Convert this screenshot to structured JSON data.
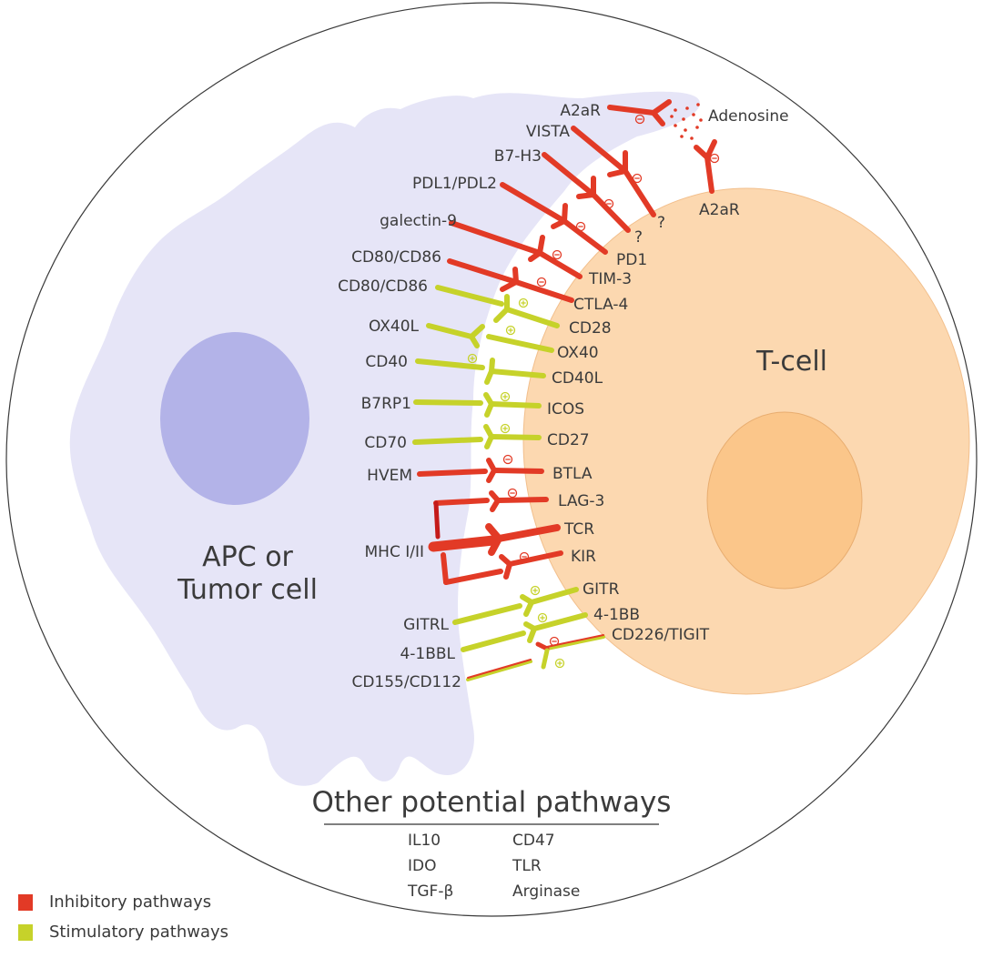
{
  "colors": {
    "inhibitory": "#e23a26",
    "stimulatory": "#c6d22a",
    "apc_cell": "#e6e5f7",
    "apc_nucleus": "#b3b3e8",
    "t_cell": "#fcd8b0",
    "t_nucleus": "#fbc68a",
    "text": "#3b3b3b"
  },
  "cells": {
    "apc_label_line1": "APC or",
    "apc_label_line2": "Tumor cell",
    "t_cell_label": "T-cell"
  },
  "adenosine": {
    "label": "Adenosine",
    "apc_receptor": "A2aR",
    "t_receptor": "A2aR"
  },
  "pathways": [
    {
      "ligand": "VISTA",
      "receptor": "?",
      "type": "inhibitory"
    },
    {
      "ligand": "B7-H3",
      "receptor": "?",
      "type": "inhibitory"
    },
    {
      "ligand": "PDL1/PDL2",
      "receptor": "PD1",
      "type": "inhibitory"
    },
    {
      "ligand": "galectin-9",
      "receptor": "TIM-3",
      "type": "inhibitory"
    },
    {
      "ligand": "CD80/CD86",
      "receptor": "CTLA-4",
      "type": "inhibitory"
    },
    {
      "ligand": "CD80/CD86",
      "receptor": "CD28",
      "type": "stimulatory"
    },
    {
      "ligand": "OX40L",
      "receptor": "OX40",
      "type": "stimulatory"
    },
    {
      "ligand": "CD40",
      "receptor": "CD40L",
      "type": "stimulatory"
    },
    {
      "ligand": "B7RP1",
      "receptor": "ICOS",
      "type": "stimulatory"
    },
    {
      "ligand": "CD70",
      "receptor": "CD27",
      "type": "stimulatory"
    },
    {
      "ligand": "HVEM",
      "receptor": "BTLA",
      "type": "inhibitory"
    },
    {
      "ligand": "MHC I/II",
      "receptor": "LAG-3",
      "type": "inhibitory"
    },
    {
      "ligand": "MHC I/II",
      "receptor": "TCR",
      "type": "inhibitory"
    },
    {
      "ligand": "MHC I/II",
      "receptor": "KIR",
      "type": "inhibitory"
    },
    {
      "ligand": "GITRL",
      "receptor": "GITR",
      "type": "stimulatory"
    },
    {
      "ligand": "4-1BBL",
      "receptor": "4-1BB",
      "type": "stimulatory"
    },
    {
      "ligand": "CD155/CD112",
      "receptor": "CD226/TIGIT",
      "type": "mixed"
    }
  ],
  "labels": {
    "vista": "VISTA",
    "b7h3": "B7-H3",
    "pdl": "PDL1/PDL2",
    "galectin": "galectin-9",
    "cd80a": "CD80/CD86",
    "cd80b": "CD80/CD86",
    "ox40l": "OX40L",
    "cd40": "CD40",
    "b7rp1": "B7RP1",
    "cd70": "CD70",
    "hvem": "HVEM",
    "mhc": "MHC I/II",
    "gitrl": "GITRL",
    "bbl": "4-1BBL",
    "cd155": "CD155/CD112",
    "q1": "?",
    "q2": "?",
    "pd1": "PD1",
    "tim3": "TIM-3",
    "ctla4": "CTLA-4",
    "cd28": "CD28",
    "ox40": "OX40",
    "cd40l": "CD40L",
    "icos": "ICOS",
    "cd27": "CD27",
    "btla": "BTLA",
    "lag3": "LAG-3",
    "tcr": "TCR",
    "kir": "KIR",
    "gitr": "GITR",
    "bb": "4-1BB",
    "cd226": "CD226/TIGIT"
  },
  "other_pathways": {
    "title": "Other potential pathways",
    "col1": [
      "IL10",
      "IDO",
      "TGF-β"
    ],
    "col2": [
      "CD47",
      "TLR",
      "Arginase"
    ]
  },
  "legend": [
    {
      "label": "Inhibitory pathways",
      "color": "#e23a26"
    },
    {
      "label": "Stimulatory pathways",
      "color": "#c6d22a"
    }
  ]
}
